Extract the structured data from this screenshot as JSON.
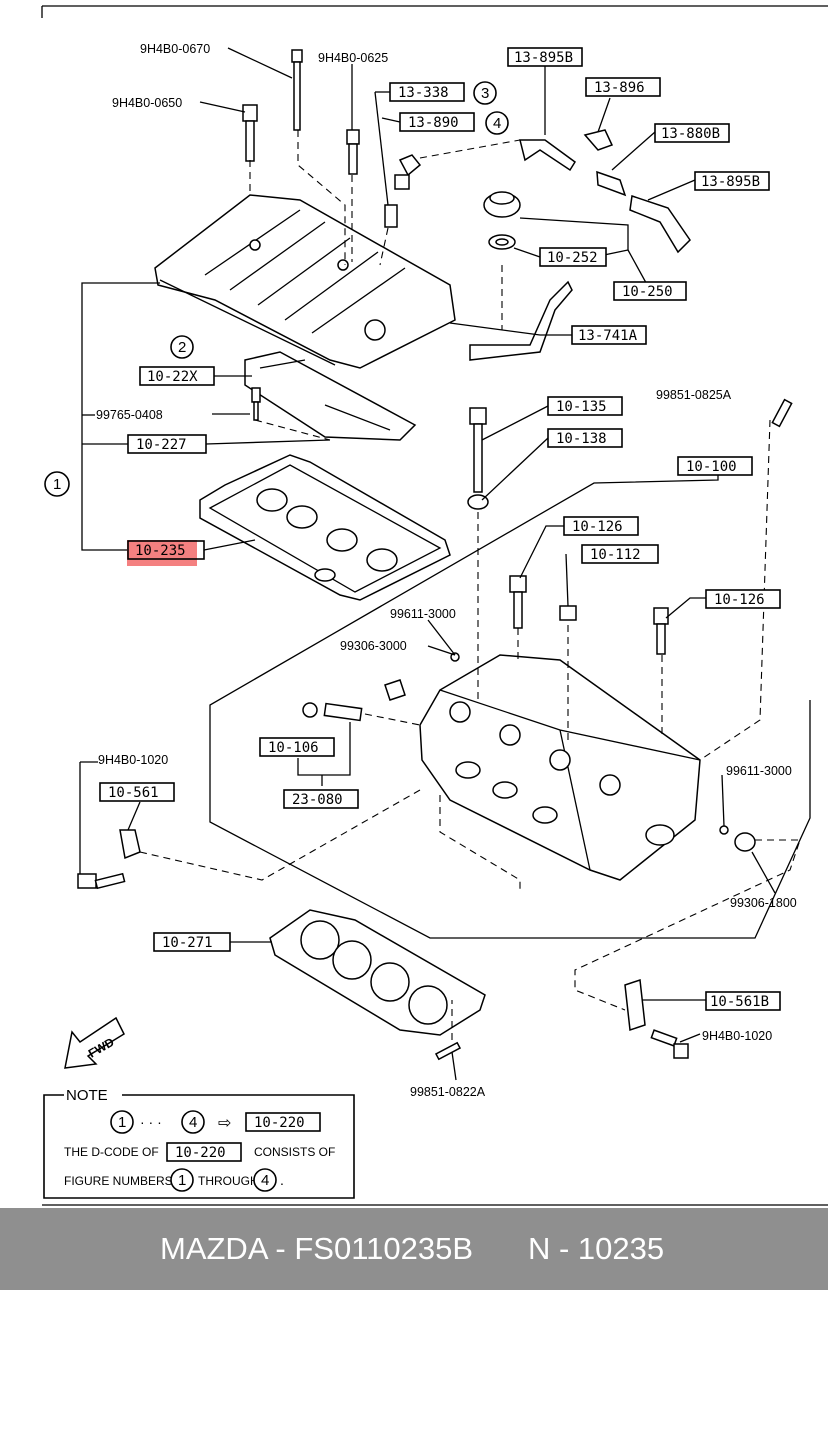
{
  "labels": {
    "p_9H4B0_0670": "9H4B0-0670",
    "p_9H4B0_0625": "9H4B0-0625",
    "p_9H4B0_0650": "9H4B0-0650",
    "p_13_895B_a": "13-895B",
    "p_13_896": "13-896",
    "p_13_338": "13-338",
    "p_13_890": "13-890",
    "p_13_880B": "13-880B",
    "p_13_895B_b": "13-895B",
    "p_10_252": "10-252",
    "p_10_250": "10-250",
    "p_13_741A": "13-741A",
    "p_10_22X": "10-22X",
    "p_99765_0408": "99765-0408",
    "p_10_227": "10-227",
    "p_99851_0825A": "99851-0825A",
    "p_10_135": "10-135",
    "p_10_138": "10-138",
    "p_10_100": "10-100",
    "p_10_235": "10-235",
    "p_10_126_a": "10-126",
    "p_10_112": "10-112",
    "p_10_126_b": "10-126",
    "p_99611_3000_a": "99611-3000",
    "p_99306_3000": "99306-3000",
    "p_10_106": "10-106",
    "p_23_080": "23-080",
    "p_9H4B0_1020_a": "9H4B0-1020",
    "p_10_561": "10-561",
    "p_99611_3000_b": "99611-3000",
    "p_99306_1800": "99306-1800",
    "p_10_271": "10-271",
    "p_10_561B": "10-561B",
    "p_9H4B0_1020_b": "9H4B0-1020",
    "p_99851_0822A": "99851-0822A"
  },
  "circled": {
    "c1": "1",
    "c2": "2",
    "c3": "3",
    "c4": "4"
  },
  "fwd": "FWD",
  "note": {
    "heading": "NOTE",
    "range_from": "1",
    "dots": "· · ·",
    "range_to": "4",
    "arrow": "⇨",
    "code": "10-220",
    "line2_prefix": "THE D-CODE OF",
    "line2_suffix": "CONSISTS OF",
    "line3_prefix": "FIGURE NUMBERS",
    "line3_mid": "THROUGH",
    "num_from": "1",
    "num_to": "4",
    "period": "."
  },
  "footer": {
    "brand_part": "MAZDA - FS0110235B",
    "ref": "N - 10235"
  },
  "colors": {
    "highlight": "#f26a6a",
    "footer_bg": "#8f8f8f",
    "footer_text": "#ffffff"
  }
}
